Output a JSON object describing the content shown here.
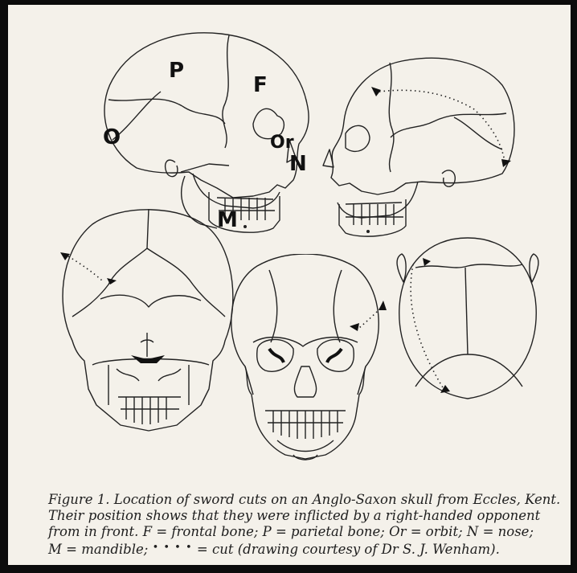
{
  "labels": {
    "parietal": "P",
    "frontal": "F",
    "occipital": "O",
    "orbit": "Or",
    "nose": "N",
    "mandible": "M"
  },
  "caption": {
    "line1": "Figure 1. Location of sword cuts on an Anglo-Saxon skull from Eccles, Kent.",
    "line2": "Their position shows that they were inflicted by a right-handed opponent",
    "line3": "from in front.   F = frontal bone; P = parietal bone; Or = orbit; N = nose;",
    "line4_start": "M = mandible;",
    "line4_dots": "• • • •",
    "line4_end": "= cut (drawing courtesy of Dr S. J. Wenham)."
  }
}
